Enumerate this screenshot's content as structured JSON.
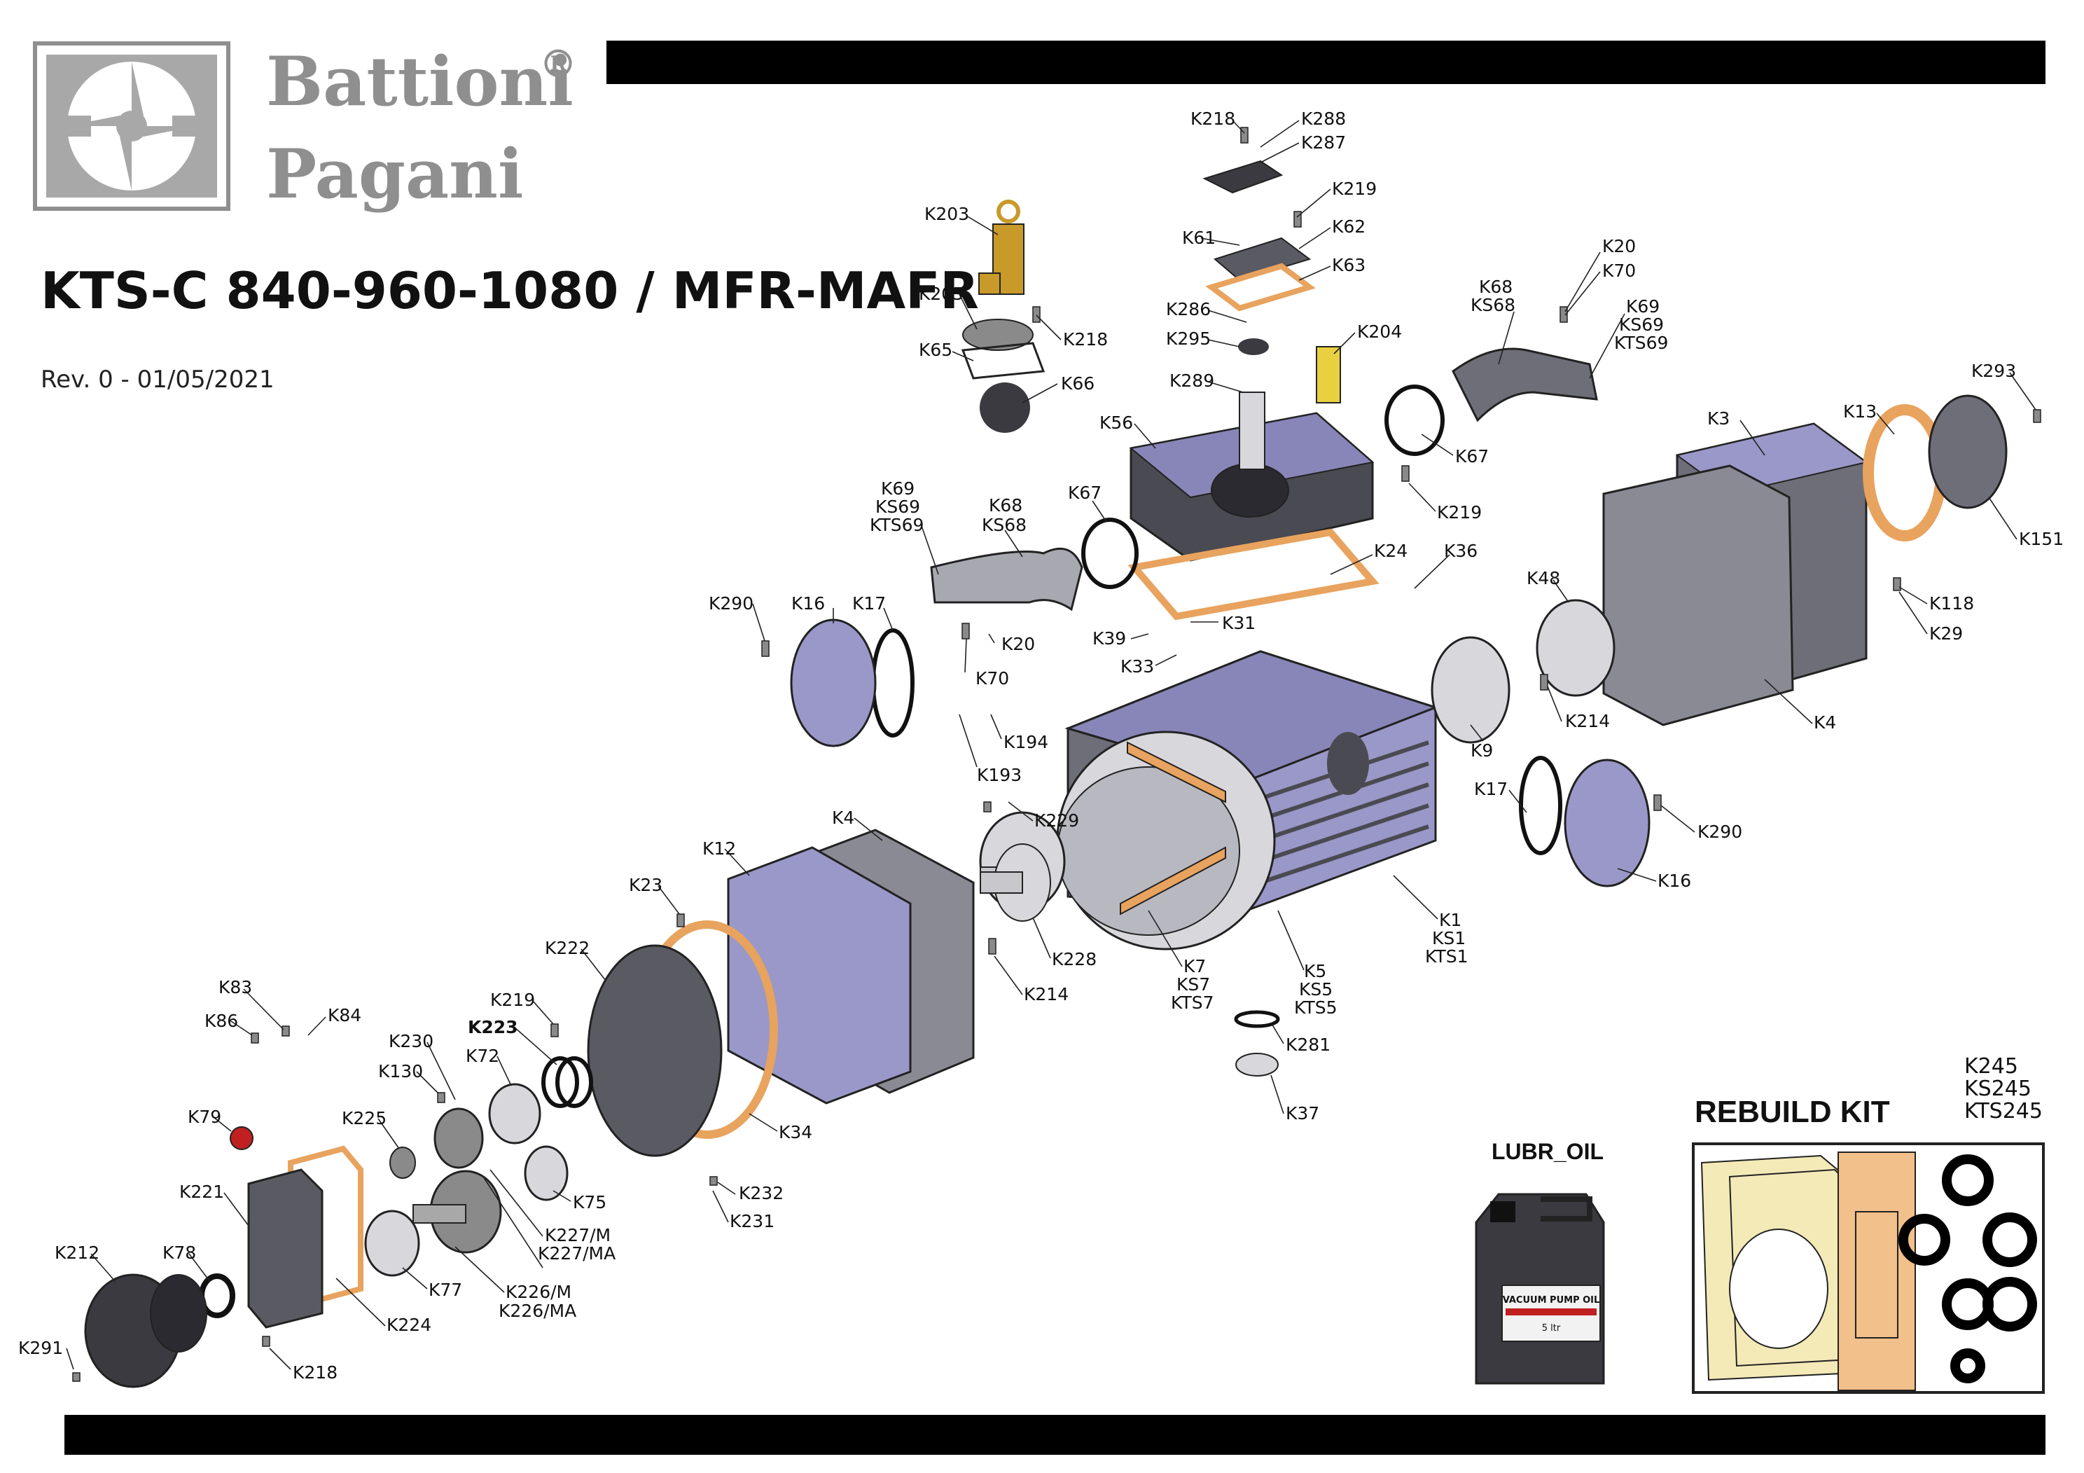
{
  "brand": {
    "line1": "Battioni",
    "registered": "®",
    "line2": "Pagani",
    "logo_icon": "battioni-pagani-logo-icon"
  },
  "document": {
    "title": "KTS-C 840-960-1080 / MFR-MAFR",
    "revision": "Rev. 0 - 01/05/2021"
  },
  "colors": {
    "housing_purple": "#9a98c8",
    "housing_dark": "#4a4a52",
    "gasket_orange": "#e8a35e",
    "brass": "#c89a2a",
    "black_bar": "#000000",
    "kit_gasket": "#f3eab8"
  },
  "labels": {
    "k218_top": "K218",
    "k288": "K288",
    "k287": "K287",
    "k219_top": "K219",
    "k61": "K61",
    "k62": "K62",
    "k63": "K63",
    "k203": "K203",
    "k205": "K205",
    "k218_valve": "K218",
    "k65": "K65",
    "k66": "K66",
    "k286": "K286",
    "k295": "K295",
    "k289": "K289",
    "k204": "K204",
    "k56": "K56",
    "k20_top": "K20",
    "k70_top": "K70",
    "k68_r": "K68",
    "ks68_r": "KS68",
    "k69_r": "K69",
    "ks69_r": "KS69",
    "kts69_r": "KTS69",
    "k67_r": "K67",
    "k219_mid": "K219",
    "k293": "K293",
    "k13": "K13",
    "k3": "K3",
    "k151": "K151",
    "k118": "K118",
    "k29": "K29",
    "k48": "K48",
    "k4_r": "K4",
    "k214_r": "K214",
    "k9": "K9",
    "k17_r": "K17",
    "k290_r": "K290",
    "k16_r": "K16",
    "k69_l": "K69",
    "ks69_l": "KS69",
    "kts69_l": "KTS69",
    "k68_l": "K68",
    "ks68_l": "KS68",
    "k67_l": "K67",
    "k24": "K24",
    "k36": "K36",
    "k290_l": "K290",
    "k16_l": "K16",
    "k17_l": "K17",
    "k20_l": "K20",
    "k70_l": "K70",
    "k194": "K194",
    "k193": "K193",
    "k39": "K39",
    "k31": "K31",
    "k33": "K33",
    "k229": "K229",
    "k228": "K228",
    "k214_l": "K214",
    "k4_l": "K4",
    "k12": "K12",
    "k23": "K23",
    "k1": "K1",
    "ks1": "KS1",
    "kts1": "KTS1",
    "k7": "K7",
    "ks7": "KS7",
    "kts7": "KTS7",
    "k5": "K5",
    "ks5": "KS5",
    "kts5": "KTS5",
    "k281": "K281",
    "k37": "K37",
    "k222": "K222",
    "k219_low": "K219",
    "k223": "K223",
    "k72": "K72",
    "k230": "K230",
    "k130": "K130",
    "k83": "K83",
    "k86": "K86",
    "k84": "K84",
    "k225": "K225",
    "k79": "K79",
    "k34": "K34",
    "k75": "K75",
    "k232": "K232",
    "k231": "K231",
    "k221": "K221",
    "k227m": "K227/M",
    "k227ma": "K227/MA",
    "k212": "K212",
    "k78": "K78",
    "k77": "K77",
    "k226m": "K226/M",
    "k226ma": "K226/MA",
    "k224": "K224",
    "k291": "K291",
    "k218_low": "K218"
  },
  "rebuild_kit": {
    "title": "REBUILD KIT",
    "codes": [
      "K245",
      "KS245",
      "KTS245"
    ]
  },
  "oil": {
    "title": "LUBR_OIL",
    "can_label": "VACUUM PUMP OIL",
    "can_volume": "5 ltr"
  }
}
